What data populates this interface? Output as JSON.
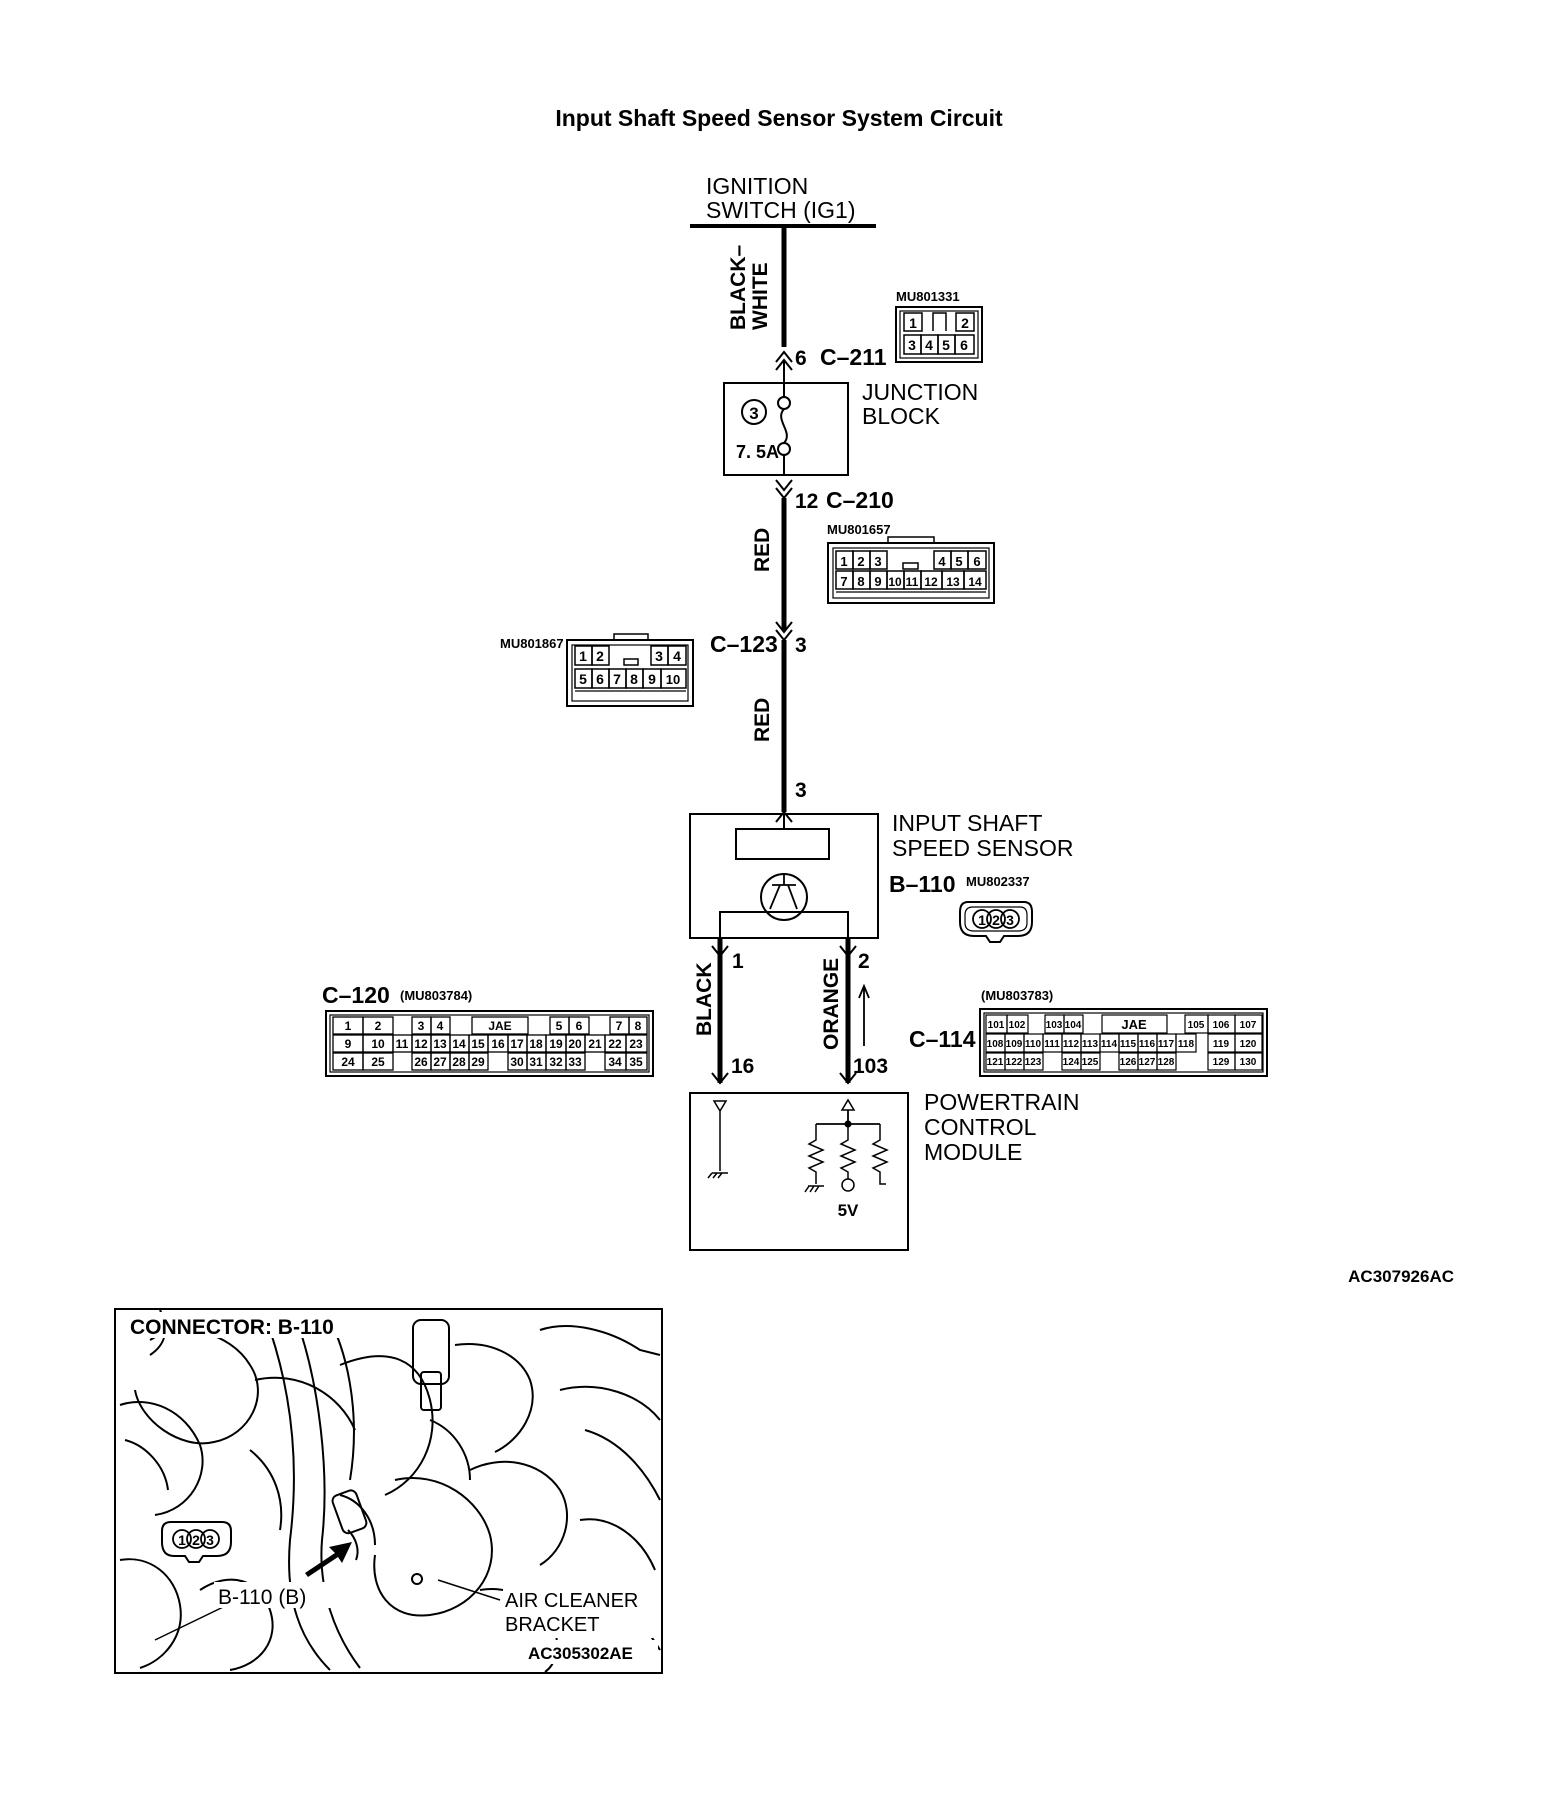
{
  "title": "Input Shaft Speed Sensor System Circuit",
  "figure_id": "AC307926AC",
  "ignition": {
    "line1": "IGNITION",
    "line2": "SWITCH (IG1)"
  },
  "wires": {
    "black_white_1": "BLACK–",
    "black_white_2": "WHITE",
    "red_upper": "RED",
    "red_lower": "RED",
    "black": "BLACK",
    "orange": "ORANGE"
  },
  "c211": {
    "pin": "6",
    "name": "C–211",
    "part": "MU801331",
    "pins_top": [
      "1",
      "",
      "2"
    ],
    "pins_bottom": [
      "3",
      "4",
      "5",
      "6"
    ]
  },
  "junction_block": {
    "label1": "JUNCTION",
    "label2": "BLOCK",
    "fuse_no": "3",
    "fuse_rating": "7. 5A"
  },
  "c210": {
    "pin": "12",
    "name": "C–210",
    "part": "MU801657",
    "pins_top": [
      "1",
      "2",
      "3",
      "",
      "",
      "",
      "4",
      "5",
      "6"
    ],
    "pins_bottom": [
      "7",
      "8",
      "9",
      "10",
      "11",
      "12",
      "13",
      "14"
    ]
  },
  "c123": {
    "pin": "3",
    "name": "C–123",
    "part": "MU801867",
    "pins_top": [
      "1",
      "2",
      "",
      "",
      "3",
      "4"
    ],
    "pins_bottom": [
      "5",
      "6",
      "7",
      "8",
      "9",
      "10"
    ]
  },
  "sensor": {
    "pin_top": "3",
    "label1": "INPUT SHAFT",
    "label2": "SPEED SENSOR",
    "name": "B–110",
    "part": "MU802337",
    "pins": [
      "1",
      "2",
      "3"
    ],
    "pin_left": "1",
    "pin_right": "2"
  },
  "c120": {
    "name": "C–120",
    "part": "(MU803784)",
    "row1": [
      "1",
      "2",
      "",
      "3",
      "4",
      "JAE",
      "5",
      "6",
      "",
      "7",
      "8"
    ],
    "row2": [
      "9",
      "10",
      "11",
      "12",
      "13",
      "14",
      "15",
      "16",
      "17",
      "18",
      "19",
      "20",
      "21",
      "22",
      "23"
    ],
    "row3": [
      "24",
      "25",
      "",
      "26",
      "27",
      "28",
      "29",
      "",
      "30",
      "31",
      "32",
      "33",
      "",
      "34",
      "35"
    ]
  },
  "c114": {
    "name": "C–114",
    "part": "(MU803783)",
    "row1": [
      "101",
      "102",
      "",
      "103",
      "104",
      "JAE",
      "105",
      "106",
      "107"
    ],
    "row2": [
      "108",
      "109",
      "110",
      "111",
      "112",
      "113",
      "114",
      "115",
      "116",
      "117",
      "118",
      "119",
      "120"
    ],
    "row3": [
      "121",
      "122",
      "123",
      "",
      "124",
      "125",
      "",
      "126",
      "127",
      "128",
      "",
      "129",
      "130"
    ]
  },
  "pcm": {
    "pin_left": "16",
    "pin_right": "103",
    "label1": "POWERTRAIN",
    "label2": "CONTROL",
    "label3": "MODULE",
    "voltage": "5V"
  },
  "photo": {
    "connector_label": "CONNECTOR: B-110",
    "callout": "B-110 (B)",
    "bracket1": "AIR CLEANER",
    "bracket2": "BRACKET",
    "pins": [
      "1",
      "2",
      "3"
    ],
    "figure_id": "AC305302AE"
  }
}
